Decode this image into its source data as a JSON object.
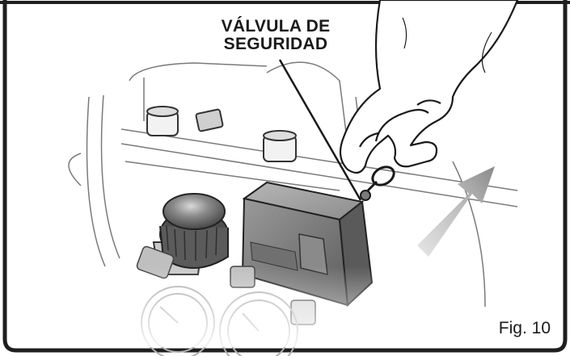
{
  "callout": {
    "line1": "VÁLVULA DE",
    "line2": "SEGURIDAD"
  },
  "figure_label": "Fig. 10",
  "colors": {
    "ink": "#1a1a1a",
    "frame": "#1e1e1e",
    "arrow_dark": "#8a8a8a",
    "arrow_light": "#d4d4d4",
    "knob": "#5e5e5e",
    "box": "#7a7a7a"
  },
  "illustration": {
    "subject": "hand pulling the ring of a safety valve on an air compressor pressure switch",
    "arrow_direction": "up-right"
  }
}
